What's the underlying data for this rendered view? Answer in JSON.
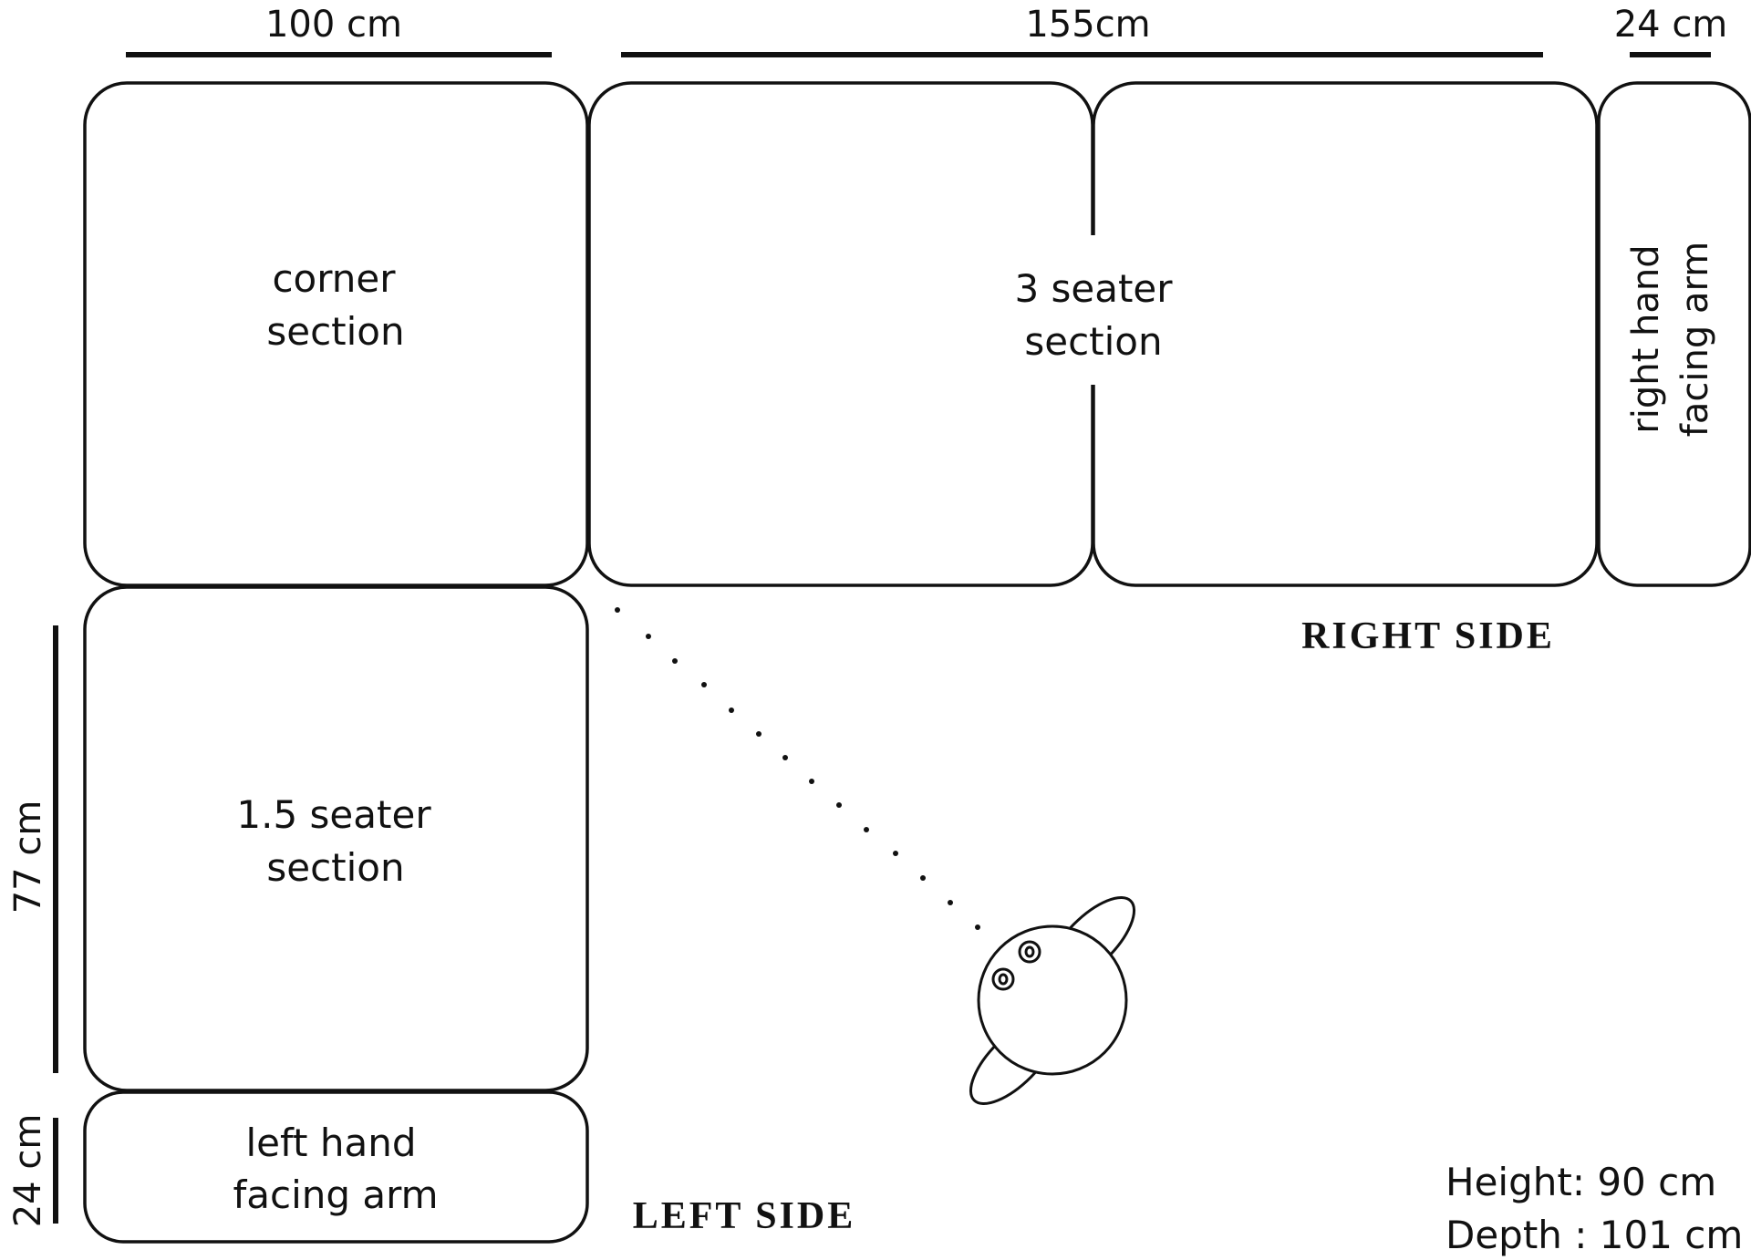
{
  "dimensions": {
    "corner_width": "100 cm",
    "three_seater_width": "155cm",
    "right_arm_width": "24 cm",
    "left_length": "77 cm",
    "left_arm_width": "24 cm"
  },
  "sections": {
    "corner": [
      "corner",
      "section"
    ],
    "three_seater": [
      "3 seater",
      "section"
    ],
    "right_arm": [
      "right hand",
      "facing arm"
    ],
    "one_half_seater": [
      "1.5 seater",
      "section"
    ],
    "left_arm": [
      "left hand",
      "facing arm"
    ]
  },
  "side_labels": {
    "right": "RIGHT SIDE",
    "left": "LEFT SIDE"
  },
  "specs": {
    "height": "Height: 90 cm",
    "depth": "Depth : 101 cm"
  }
}
